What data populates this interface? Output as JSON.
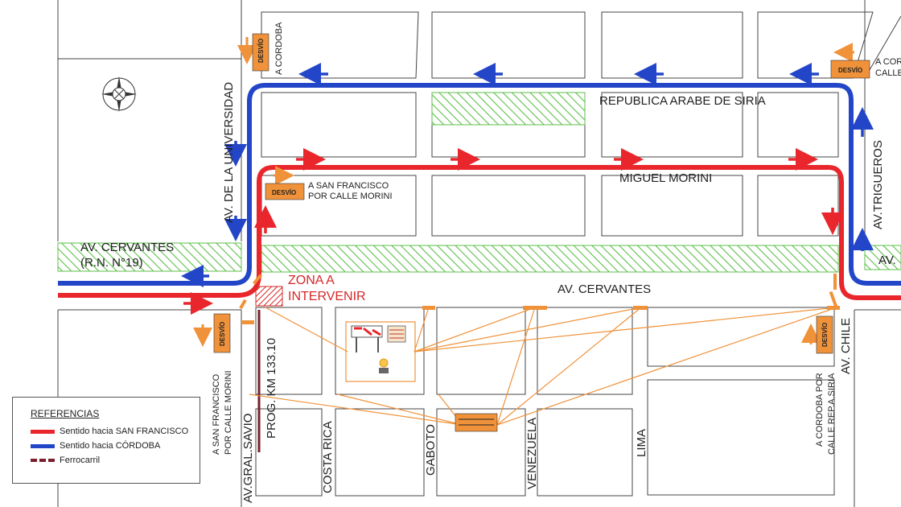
{
  "streets": {
    "av_universidad": "AV. DE LA UNIVERSIDAD",
    "republica_siria": "REPUBLICA ARABE DE SIRIA",
    "miguel_morini": "MIGUEL MORINI",
    "av_cervantes_left": "AV. CERVANTES",
    "rn19": "(R.N. N°19)",
    "av_cervantes_main": "AV. CERVANTES",
    "av_cervantes_right": "AV.",
    "av_trigueros": "AV.TRIGUEROS",
    "av_chile": "AV. CHILE",
    "av_gral_savio": "AV.GRAL.SAVIO",
    "prog_km": "PROG. KM 133.10",
    "costa_rica": "COSTA RICA",
    "gaboto": "GABOTO",
    "venezuela": "VENEZUELA",
    "lima": "LIMA"
  },
  "annotations": {
    "a_cordoba_top": "A CORDOBA",
    "a_cor_right": "A COR",
    "calle_right": "CALLE",
    "a_san_francisco_line1": "A SAN FRANCISCO",
    "a_san_francisco_line2": "POR CALLE MORINI",
    "bottom_left_line1": "A SAN FRANCISCO",
    "bottom_left_line2": "POR CALLE MORINI",
    "bottom_right_line1": "A CORDOBA POR",
    "bottom_right_line2": "CALLE REP.A.SIRIA",
    "zona_line1": "ZONA A",
    "zona_line2": "INTERVENIR",
    "desvio": "DESVÍO"
  },
  "legend": {
    "title": "REFERENCIAS",
    "items": [
      {
        "label": "Sentido hacia SAN FRANCISCO",
        "color": "#e8262b"
      },
      {
        "label": "Sentido hacia CÓRDOBA",
        "color": "#2346c9"
      },
      {
        "label": "Ferrocarril",
        "color": "#7a1f2b"
      }
    ]
  },
  "colors": {
    "route_red": "#e8262b",
    "route_blue": "#2346c9",
    "sign_orange": "#f0923a",
    "hatch_green": "#5cbf4a",
    "railway": "#7a1f2b",
    "zone_text": "#d62828"
  },
  "icons": [
    "compass-rose-icon",
    "barrier-icon",
    "warning-light-icon",
    "desvio-sign-icon"
  ]
}
